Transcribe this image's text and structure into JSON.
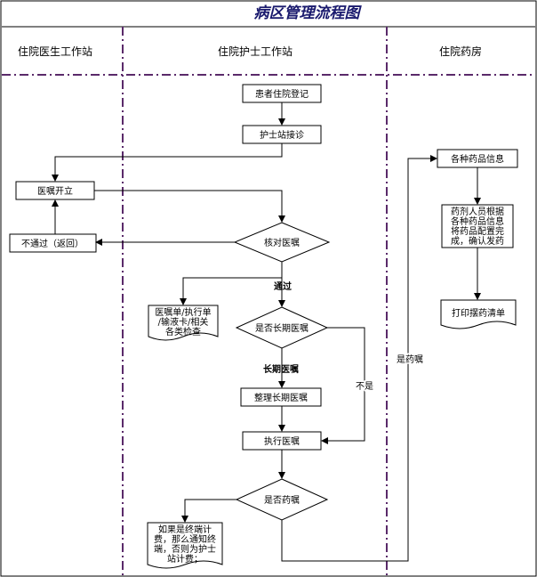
{
  "title": "病区管理流程图",
  "lanes": [
    "住院医生工作站",
    "住院护士工作站",
    "住院药房"
  ],
  "nodes": {
    "register": "患者住院登记",
    "receive": "护士站接诊",
    "order": "医嘱开立",
    "reject": "不通过（返回）",
    "check": "核对医嘱",
    "docs": [
      "医嘱单/执行单",
      "/输液卡/相关",
      "各类检查"
    ],
    "longterm_q": "是否长期医嘱",
    "organize": "整理长期医嘱",
    "execute": "执行医嘱",
    "drug_q": "是否药嘱",
    "billing": [
      "如果是终端计",
      "费，那么通知终",
      "端，否则为护士",
      "站计费；"
    ],
    "druginfo": "各种药品信息",
    "pharmacist": [
      "药剂人员根据",
      "各种药品信息",
      "将药品配置完",
      "成，确认发药"
    ],
    "print": "打印摆药清单"
  },
  "edges": {
    "pass": "通过",
    "longterm": "长期医嘱",
    "no": "不是",
    "isdrug": "是药嘱"
  }
}
